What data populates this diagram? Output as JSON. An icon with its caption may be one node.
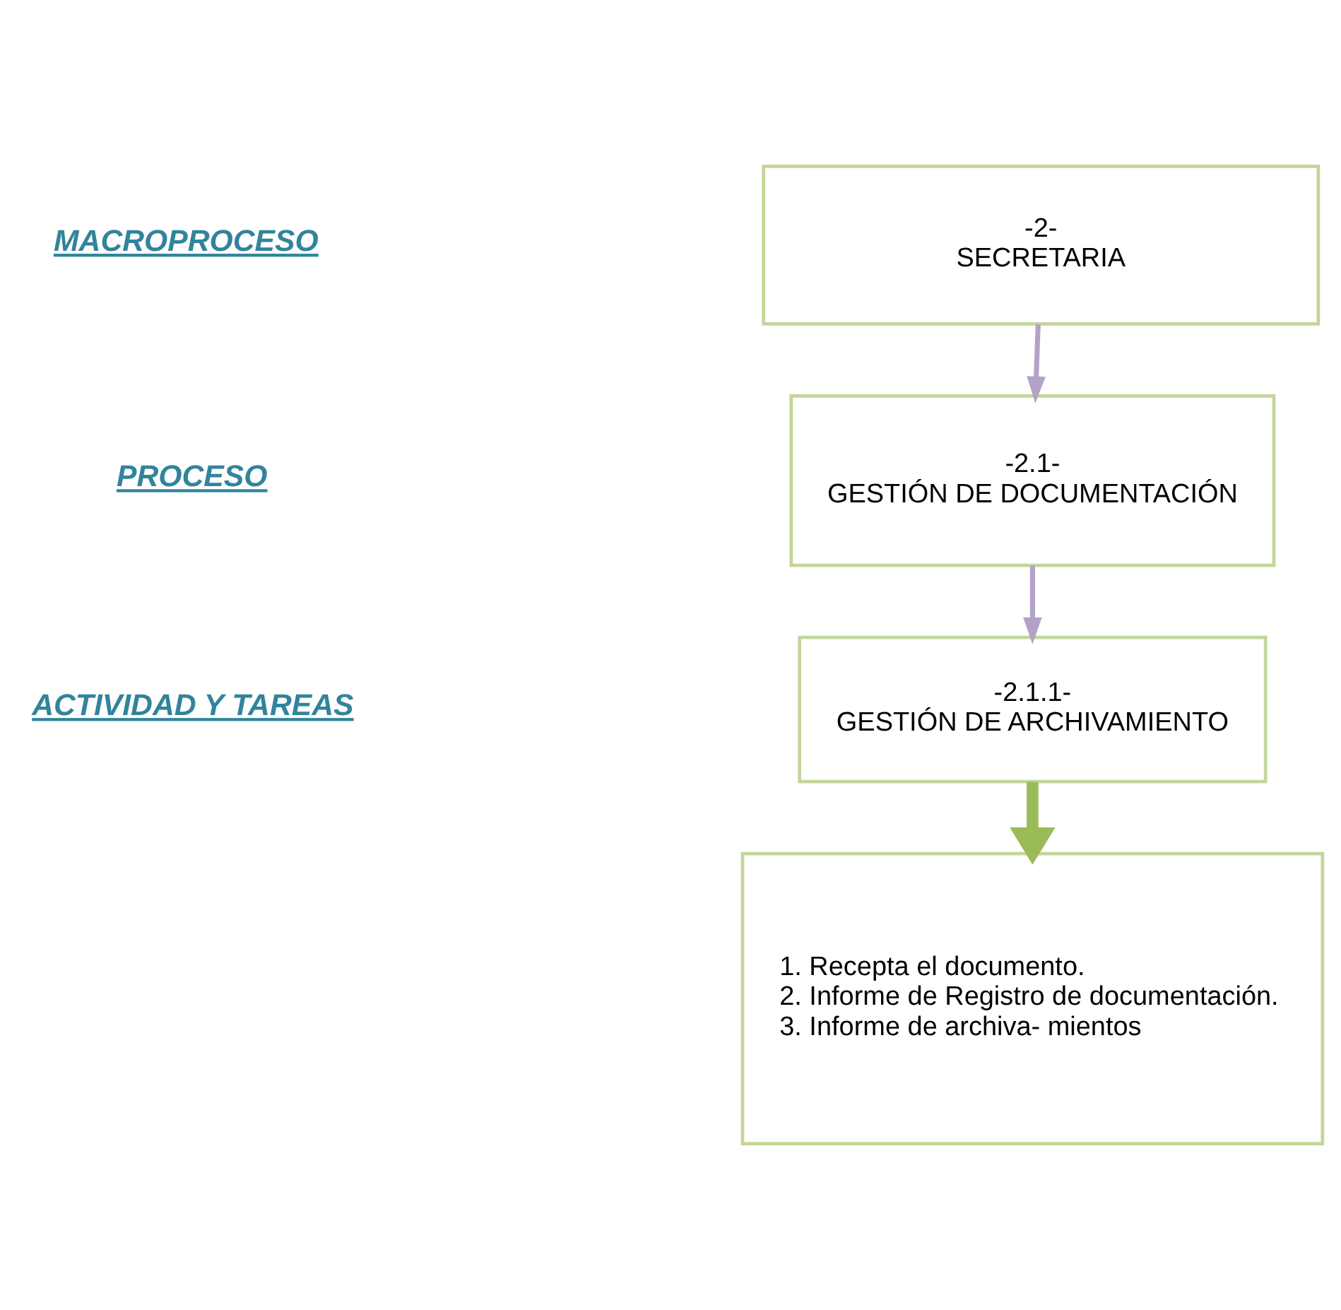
{
  "diagram": {
    "nodes": [
      {
        "text": [
          "-2-",
          "SECRETARIA"
        ]
      },
      {
        "text": [
          "-2.1-",
          "GESTIÓN DE DOCUMENTACIÓN"
        ]
      },
      {
        "text": [
          "-2.1.1-",
          "GESTIÓN DE ARCHIVAMIENTO"
        ]
      },
      {
        "text": [
          "1. Recepta el documento.",
          "2. Informe de Registro de documentación.",
          "3. Informe de archiva- mientos"
        ]
      }
    ],
    "edges": [
      {
        "from": 0,
        "to": 1,
        "arrow": "to"
      },
      {
        "from": 1,
        "to": 2,
        "arrow": "to"
      },
      {
        "from": 2,
        "to": 3,
        "arrow": "to",
        "style": "thick",
        "color": "#9bbb59"
      }
    ],
    "labels": [
      "MACROPROCESO",
      "PROCESO",
      "ACTIVIDAD Y TAREAS"
    ]
  }
}
